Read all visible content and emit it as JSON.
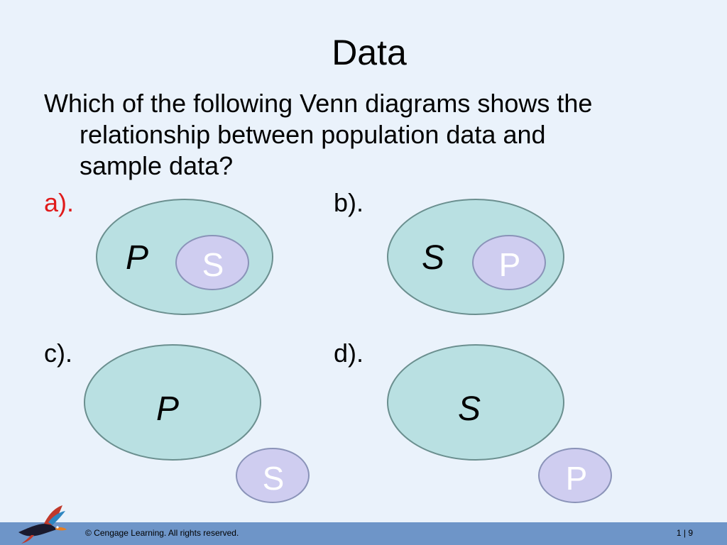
{
  "slide": {
    "title": "Data",
    "question_line1": "Which of the following Venn diagrams shows the",
    "question_line2": "relationship between population data and",
    "question_line3": "sample data?"
  },
  "options": [
    {
      "label": "a).",
      "correct": true,
      "outer": "P",
      "inner": "S",
      "nested": true
    },
    {
      "label": "b).",
      "correct": false,
      "outer": "S",
      "inner": "P",
      "nested": true
    },
    {
      "label": "c).",
      "correct": false,
      "outer": "P",
      "inner": "S",
      "nested": false
    },
    {
      "label": "d).",
      "correct": false,
      "outer": "S",
      "inner": "P",
      "nested": false
    }
  ],
  "colors": {
    "background": "#eaf2fb",
    "outer_fill": "#b9e0e2",
    "outer_stroke": "#6b8f8f",
    "inner_fill": "#cfcdf0",
    "inner_stroke": "#8a93b8",
    "correct_label": "#e01b1b",
    "footer_bar": "#6e95c8"
  },
  "footer": {
    "copyright": "© Cengage Learning. All rights reserved.",
    "page": "1 | 9"
  },
  "logo": {
    "icon": "parrot-logo-icon"
  }
}
